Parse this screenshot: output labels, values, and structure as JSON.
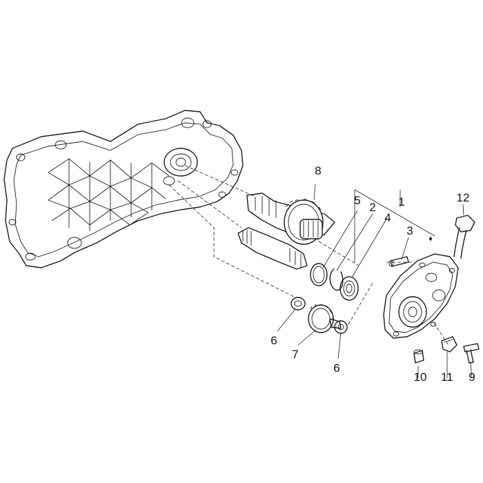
{
  "callouts": [
    {
      "id": "1",
      "text": "1"
    },
    {
      "id": "2",
      "text": "2"
    },
    {
      "id": "3",
      "text": "3"
    },
    {
      "id": "4",
      "text": "4"
    },
    {
      "id": "5",
      "text": "5"
    },
    {
      "id": "6a",
      "text": "6"
    },
    {
      "id": "6b",
      "text": "6"
    },
    {
      "id": "7",
      "text": "7"
    },
    {
      "id": "8",
      "text": "8"
    },
    {
      "id": "9",
      "text": "9"
    },
    {
      "id": "10",
      "text": "10"
    },
    {
      "id": "11",
      "text": "11"
    },
    {
      "id": "12",
      "text": "12"
    }
  ],
  "colors": {
    "line": "#1a1a1a",
    "background": "#ffffff"
  }
}
